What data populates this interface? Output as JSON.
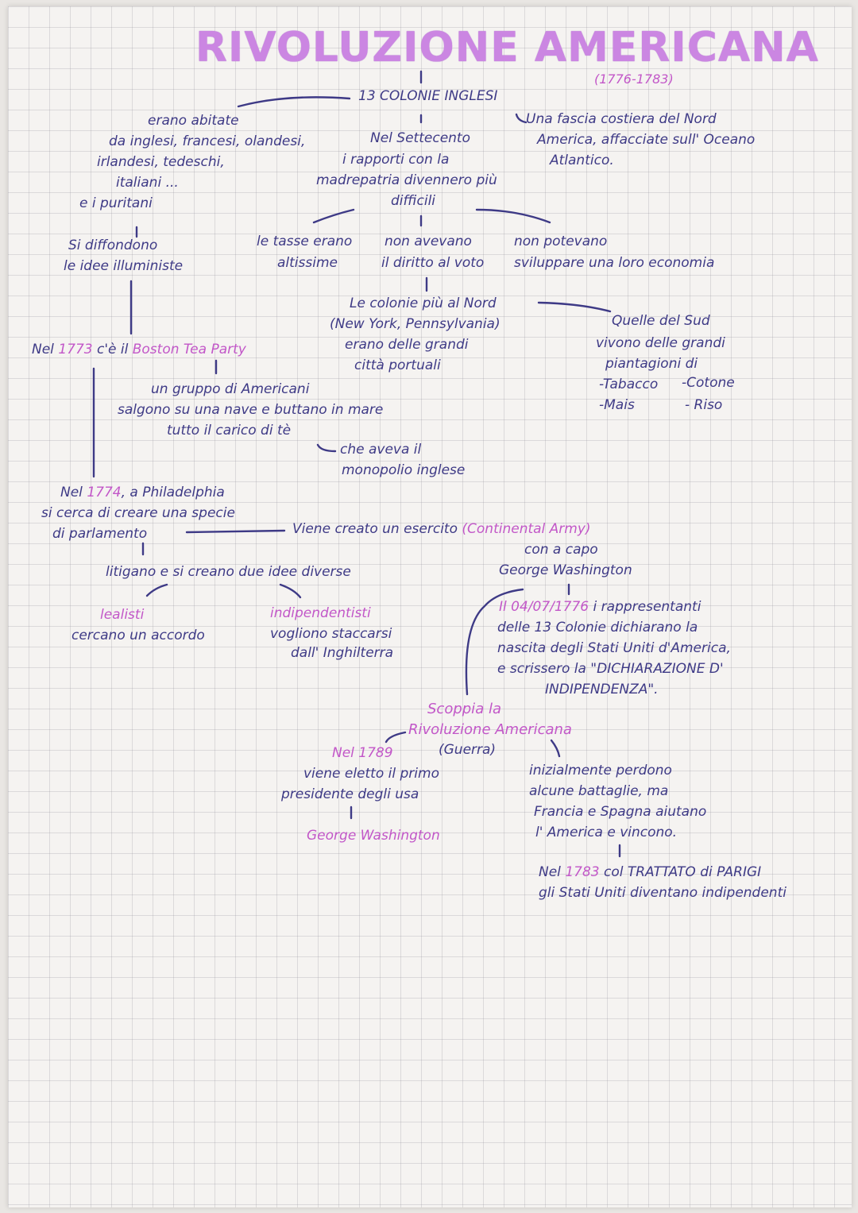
{
  "title": "RIVOLUZIONE AMERICANA",
  "dates": "(1776-1783)",
  "center": "13 COLONIE INGLESI",
  "inhabitants": {
    "l1": "erano abitate",
    "l2": "da inglesi, francesi, olandesi,",
    "l3": "irlandesi, tedeschi,",
    "l4": "italiani ...",
    "l5": "e i puritani"
  },
  "geography": {
    "l1": "Una fascia costiera del Nord",
    "l2": "America, affacciate sull' Oceano",
    "l3": "Atlantico."
  },
  "settecento": {
    "l1": "Nel Settecento",
    "l2": "i rapporti con la",
    "l3": "madrepatria divennero più",
    "l4": "difficili"
  },
  "causes": {
    "taxes_l1": "le tasse erano",
    "taxes_l2": "altissime",
    "vote_l1": "non avevano",
    "vote_l2": "il diritto al voto",
    "economy_l1": "non potevano",
    "economy_l2": "sviluppare una loro economia"
  },
  "enlightenment": {
    "l1": "Si diffondono",
    "l2": "le idee illuministe"
  },
  "north": {
    "l1": "Le colonie più al Nord",
    "l2": "(New York, Pennsylvania)",
    "l3": "erano delle grandi",
    "l4": "città portuali"
  },
  "south": {
    "l1": "Quelle del Sud",
    "l2": "vivono delle grandi",
    "l3": "piantagioni di",
    "crops": [
      "-Tabacco",
      "-Cotone",
      "-Mais",
      "- Riso"
    ]
  },
  "boston": {
    "pre": "Nel",
    "year": "1773",
    "mid": "c'è il",
    "event": "Boston Tea Party",
    "d1": "un gruppo di Americani",
    "d2": "salgono su una nave e buttano in mare",
    "d3": "tutto il carico di tè",
    "m1": "che aveva il",
    "m2": "monopolio inglese"
  },
  "philadelphia": {
    "pre": "Nel",
    "year": "1774",
    "l1rest": ", a Philadelphia",
    "l2": "si cerca di creare una specie",
    "l3": "di parlamento"
  },
  "army": {
    "l1": "Viene creato un esercito",
    "l1b": "(Continental Army)",
    "l2": "con a capo",
    "l3": "George Washington"
  },
  "ideas": {
    "title": "litigano e si creano due idee diverse",
    "loyal": "lealisti",
    "loyal_d": "cercano un accordo",
    "indep": "indipendentisti",
    "indep_d1": "vogliono staccarsi",
    "indep_d2": "dall' Inghilterra"
  },
  "declaration": {
    "date": "Il 04/07/1776",
    "l1rest": "i rappresentanti",
    "l2": "delle 13 Colonie dichiarano la",
    "l3": "nascita degli Stati Uniti d'America,",
    "l4": "e scrissero la \"DICHIARAZIONE D'",
    "l5": "INDIPENDENZA\"."
  },
  "revolution": {
    "l1": "Scoppia la",
    "l2": "Rivoluzione Americana",
    "l3": "(Guerra)"
  },
  "president": {
    "year": "Nel 1789",
    "l2": "viene eletto il primo",
    "l3": "presidente degli usa",
    "name": "George Washington"
  },
  "war": {
    "l1": "inizialmente perdono",
    "l2": "alcune battaglie, ma",
    "l3": "Francia e Spagna aiutano",
    "l4": "l' America e vincono."
  },
  "treaty": {
    "pre": "Nel",
    "year": "1783",
    "rest": "col TRATTATO di PARIGI",
    "l2": "gli Stati Uniti diventano indipendenti"
  },
  "colors": {
    "ink": "#3e3a86",
    "pink": "#c257c8",
    "title": "#cb86e2",
    "paper": "#f5f3f1"
  }
}
